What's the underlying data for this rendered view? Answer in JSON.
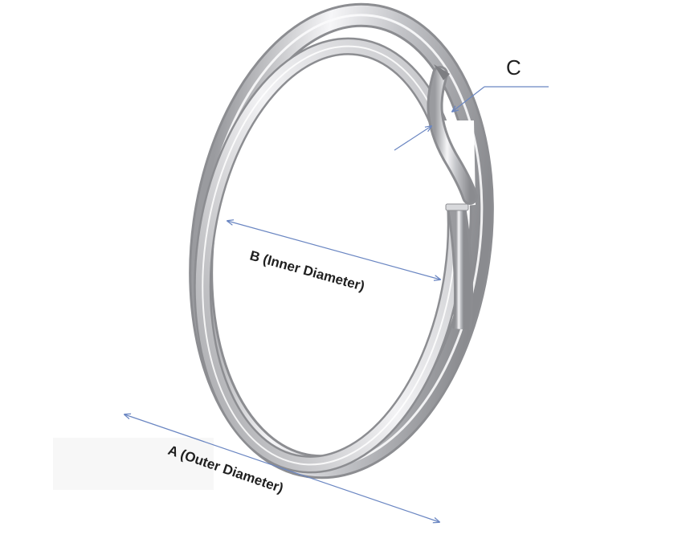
{
  "labels": {
    "outer_diameter": "A (Outer Diameter)",
    "inner_diameter": "B (Inner Diameter)",
    "gap": "C"
  },
  "colors": {
    "background": "#ffffff",
    "dimension_line": "#6a86c2",
    "label_text": "#1f1f1f",
    "metal_light": "#f4f4f6",
    "metal_mid": "#c9cacd",
    "metal_dark": "#8d8e92"
  },
  "icons": {
    "object": "split-ring"
  }
}
